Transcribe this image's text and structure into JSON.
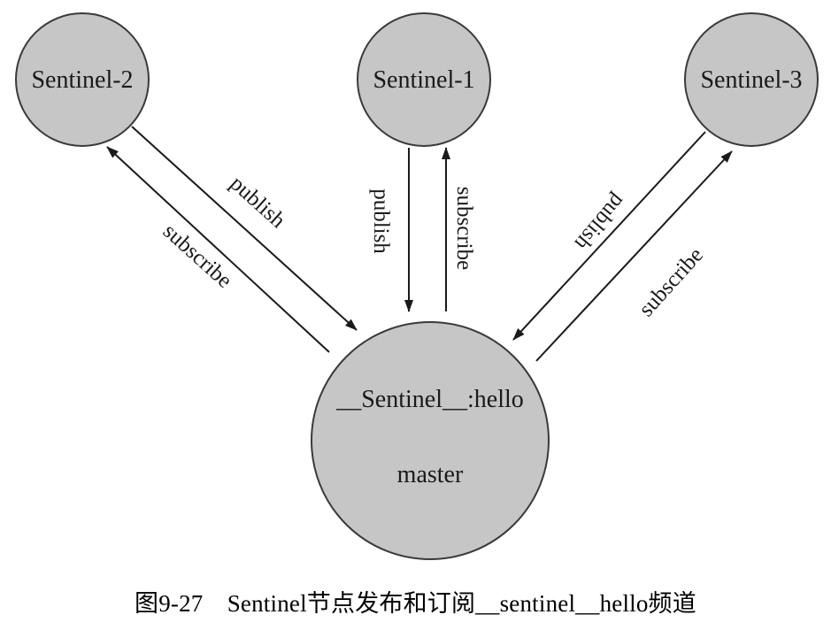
{
  "nodes": {
    "sentinel2": {
      "label": "Sentinel-2"
    },
    "sentinel1": {
      "label": "Sentinel-1"
    },
    "sentinel3": {
      "label": "Sentinel-3"
    },
    "master": {
      "channel": "__Sentinel__:hello",
      "label": "master"
    }
  },
  "edges": {
    "publish_label": "publish",
    "subscribe_label": "subscribe"
  },
  "caption": "图9-27　Sentinel节点发布和订阅__sentinel__hello频道",
  "colors": {
    "node_fill": "#c6c6c6",
    "node_stroke": "#3a3a3a",
    "line": "#1a1a1a"
  }
}
